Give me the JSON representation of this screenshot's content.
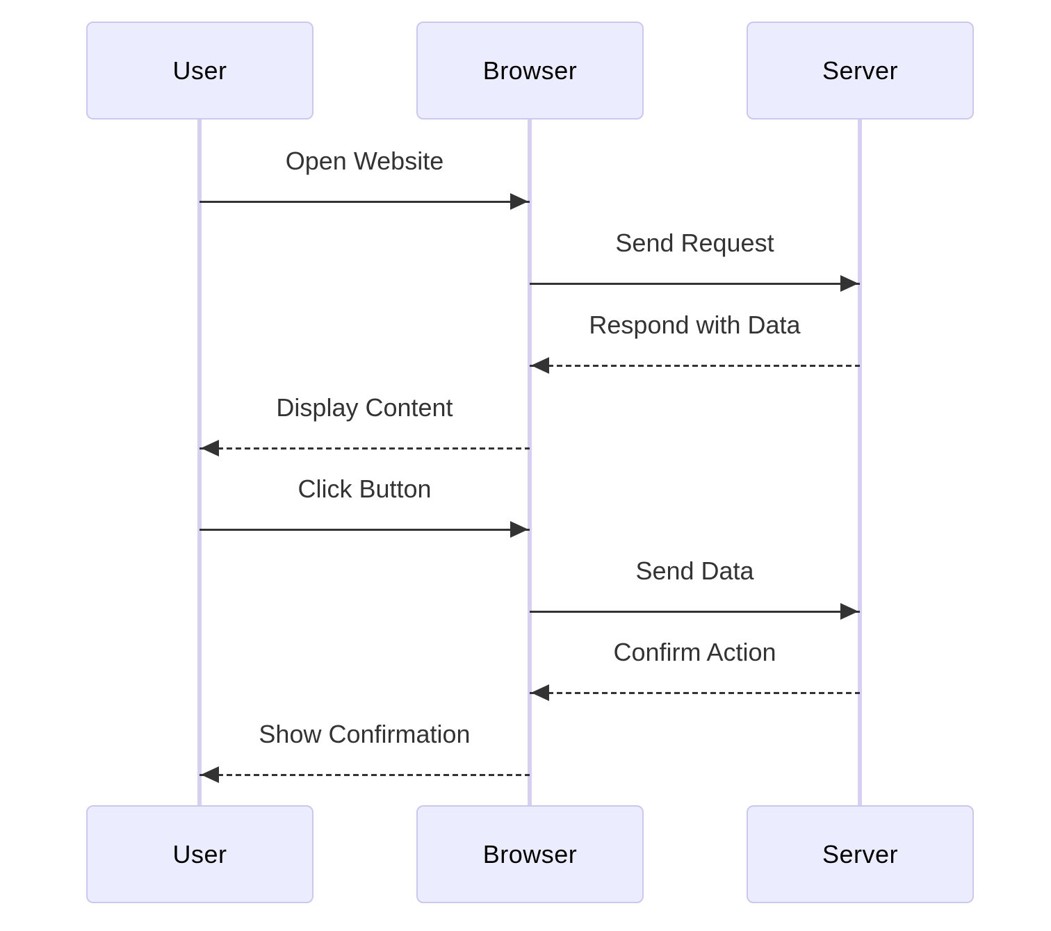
{
  "diagram": {
    "type": "sequence-diagram",
    "actors": [
      {
        "id": "user",
        "label": "User"
      },
      {
        "id": "browser",
        "label": "Browser"
      },
      {
        "id": "server",
        "label": "Server"
      }
    ],
    "messages": [
      {
        "from": "user",
        "to": "browser",
        "label": "Open Website",
        "line": "solid",
        "direction": "right"
      },
      {
        "from": "browser",
        "to": "server",
        "label": "Send Request",
        "line": "solid",
        "direction": "right"
      },
      {
        "from": "server",
        "to": "browser",
        "label": "Respond with Data",
        "line": "dashed",
        "direction": "left"
      },
      {
        "from": "browser",
        "to": "user",
        "label": "Display Content",
        "line": "dashed",
        "direction": "left"
      },
      {
        "from": "user",
        "to": "browser",
        "label": "Click Button",
        "line": "solid",
        "direction": "right"
      },
      {
        "from": "browser",
        "to": "server",
        "label": "Send Data",
        "line": "solid",
        "direction": "right"
      },
      {
        "from": "server",
        "to": "browser",
        "label": "Confirm Action",
        "line": "dashed",
        "direction": "left"
      },
      {
        "from": "browser",
        "to": "user",
        "label": "Show Confirmation",
        "line": "dashed",
        "direction": "left"
      }
    ],
    "colors": {
      "actor_fill": "#ECECFF",
      "actor_border": "#CCC7EC",
      "lifeline": "#D8D0F0",
      "message_text": "#333333",
      "arrow": "#333333",
      "actor_text": "#000000",
      "bg": "#ffffff"
    }
  }
}
